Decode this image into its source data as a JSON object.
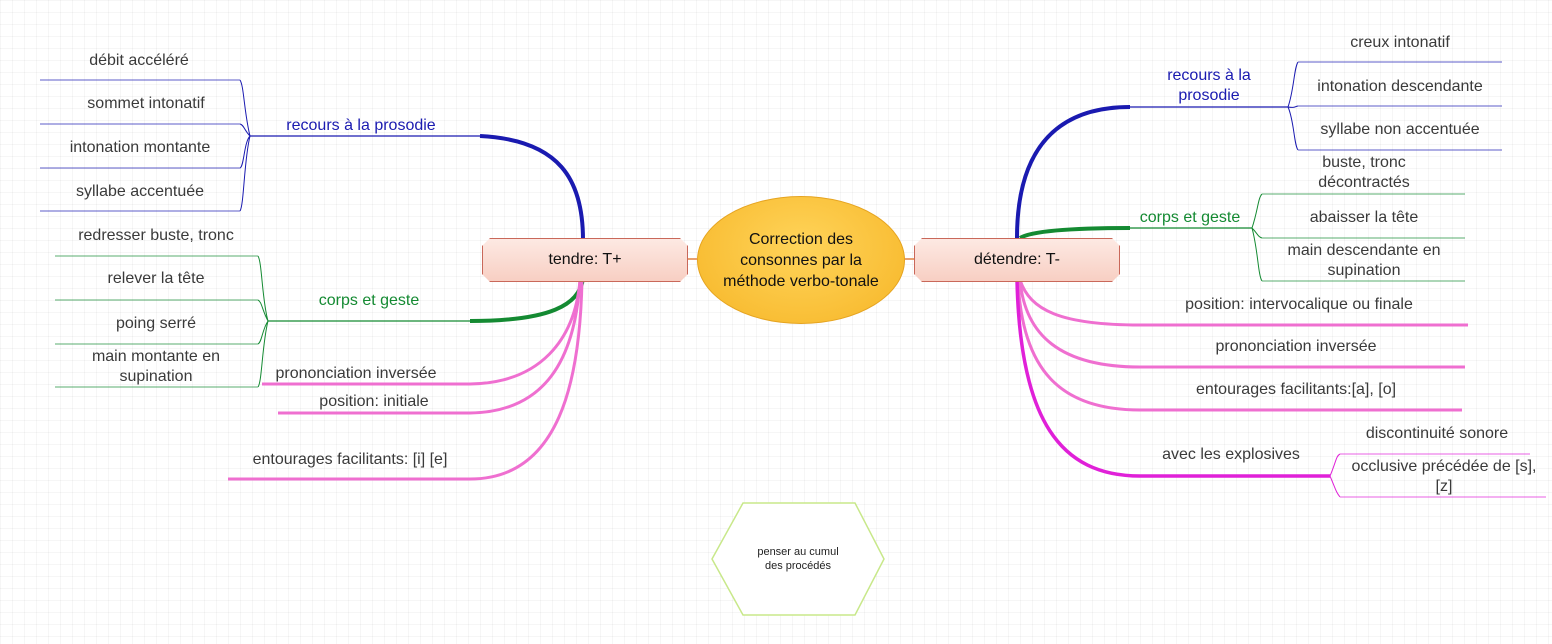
{
  "center": {
    "line1": "Correction des",
    "line2": "consonnes par la",
    "line3": "méthode verbo-tonale"
  },
  "left_branch": {
    "label": "tendre: T+",
    "prosodie": {
      "label": "recours à la prosodie",
      "items": [
        "débit accéléré",
        "sommet intonatif",
        "intonation montante",
        "syllabe accentuée"
      ]
    },
    "corps": {
      "label": "corps et geste",
      "items": [
        "redresser buste, tronc",
        "relever la tête",
        "poing serré",
        "main montante en supination"
      ]
    },
    "prononciation": "prononciation inversée",
    "position": "position: initiale",
    "entourages": "entourages facilitants: [i] [e]"
  },
  "right_branch": {
    "label": "détendre: T-",
    "prosodie": {
      "label": "recours à la prosodie",
      "items": [
        "creux intonatif",
        "intonation descendante",
        "syllabe non accentuée"
      ]
    },
    "corps": {
      "label": "corps et geste",
      "items": [
        "buste, tronc décontractés",
        "abaisser la tête",
        "main descendante en supination"
      ]
    },
    "position": "position: intervocalique ou finale",
    "prononciation": "prononciation inversée",
    "entourages": "entourages facilitants:[a], [o]",
    "explosives": {
      "label": "avec les explosives",
      "items": [
        "discontinuité sonore",
        "occlusive précédée de [s], [z]"
      ]
    }
  },
  "note": {
    "line1": "penser au cumul",
    "line2": "des procédés"
  },
  "colors": {
    "prosodie": "#1a1ab0",
    "corps": "#148a32",
    "pink": "#ef6fd0",
    "magenta": "#e020d8",
    "center_fill": "#f8c23a",
    "branch_border": "#c9685a",
    "hexagon_stroke": "#c8e88a"
  }
}
